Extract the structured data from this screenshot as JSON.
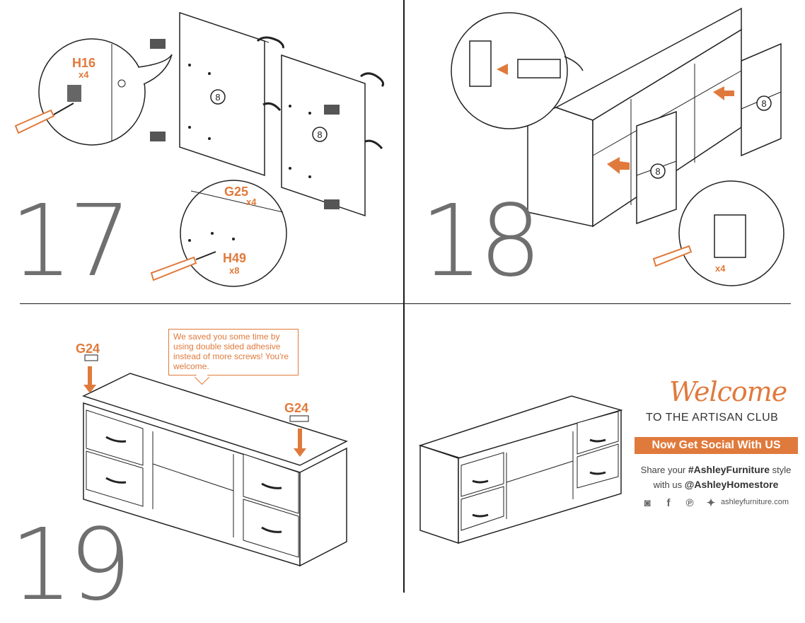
{
  "steps": {
    "s17": {
      "number": "17",
      "label_a": "H16",
      "qty_a": "x4",
      "label_b": "G25",
      "qty_b": "x4",
      "label_c": "H49",
      "qty_c": "x8",
      "part": "8"
    },
    "s18": {
      "number": "18",
      "qty": "x4",
      "part": "8"
    },
    "s19": {
      "number": "19",
      "label_left": "G24",
      "label_right": "G24",
      "note": "We saved you some time by using double sided adhesive instead of more screws! You're welcome."
    }
  },
  "promo": {
    "welcome": "Welcome",
    "subtitle": "TO THE ARTISAN CLUB",
    "cta": "Now Get Social With US",
    "share_prefix": "Share your ",
    "hashtag": "#AshleyFurniture",
    "share_mid": " style",
    "share_line2_prefix": "with us ",
    "handle": "@AshleyHomestore",
    "website": "ashleyfurniture.com",
    "icons": [
      "instagram-icon",
      "facebook-icon",
      "pinterest-icon",
      "twitter-icon"
    ]
  },
  "colors": {
    "accent": "#e07a3c",
    "step_number": "#6f6f6f",
    "line": "#1a1a1a"
  }
}
